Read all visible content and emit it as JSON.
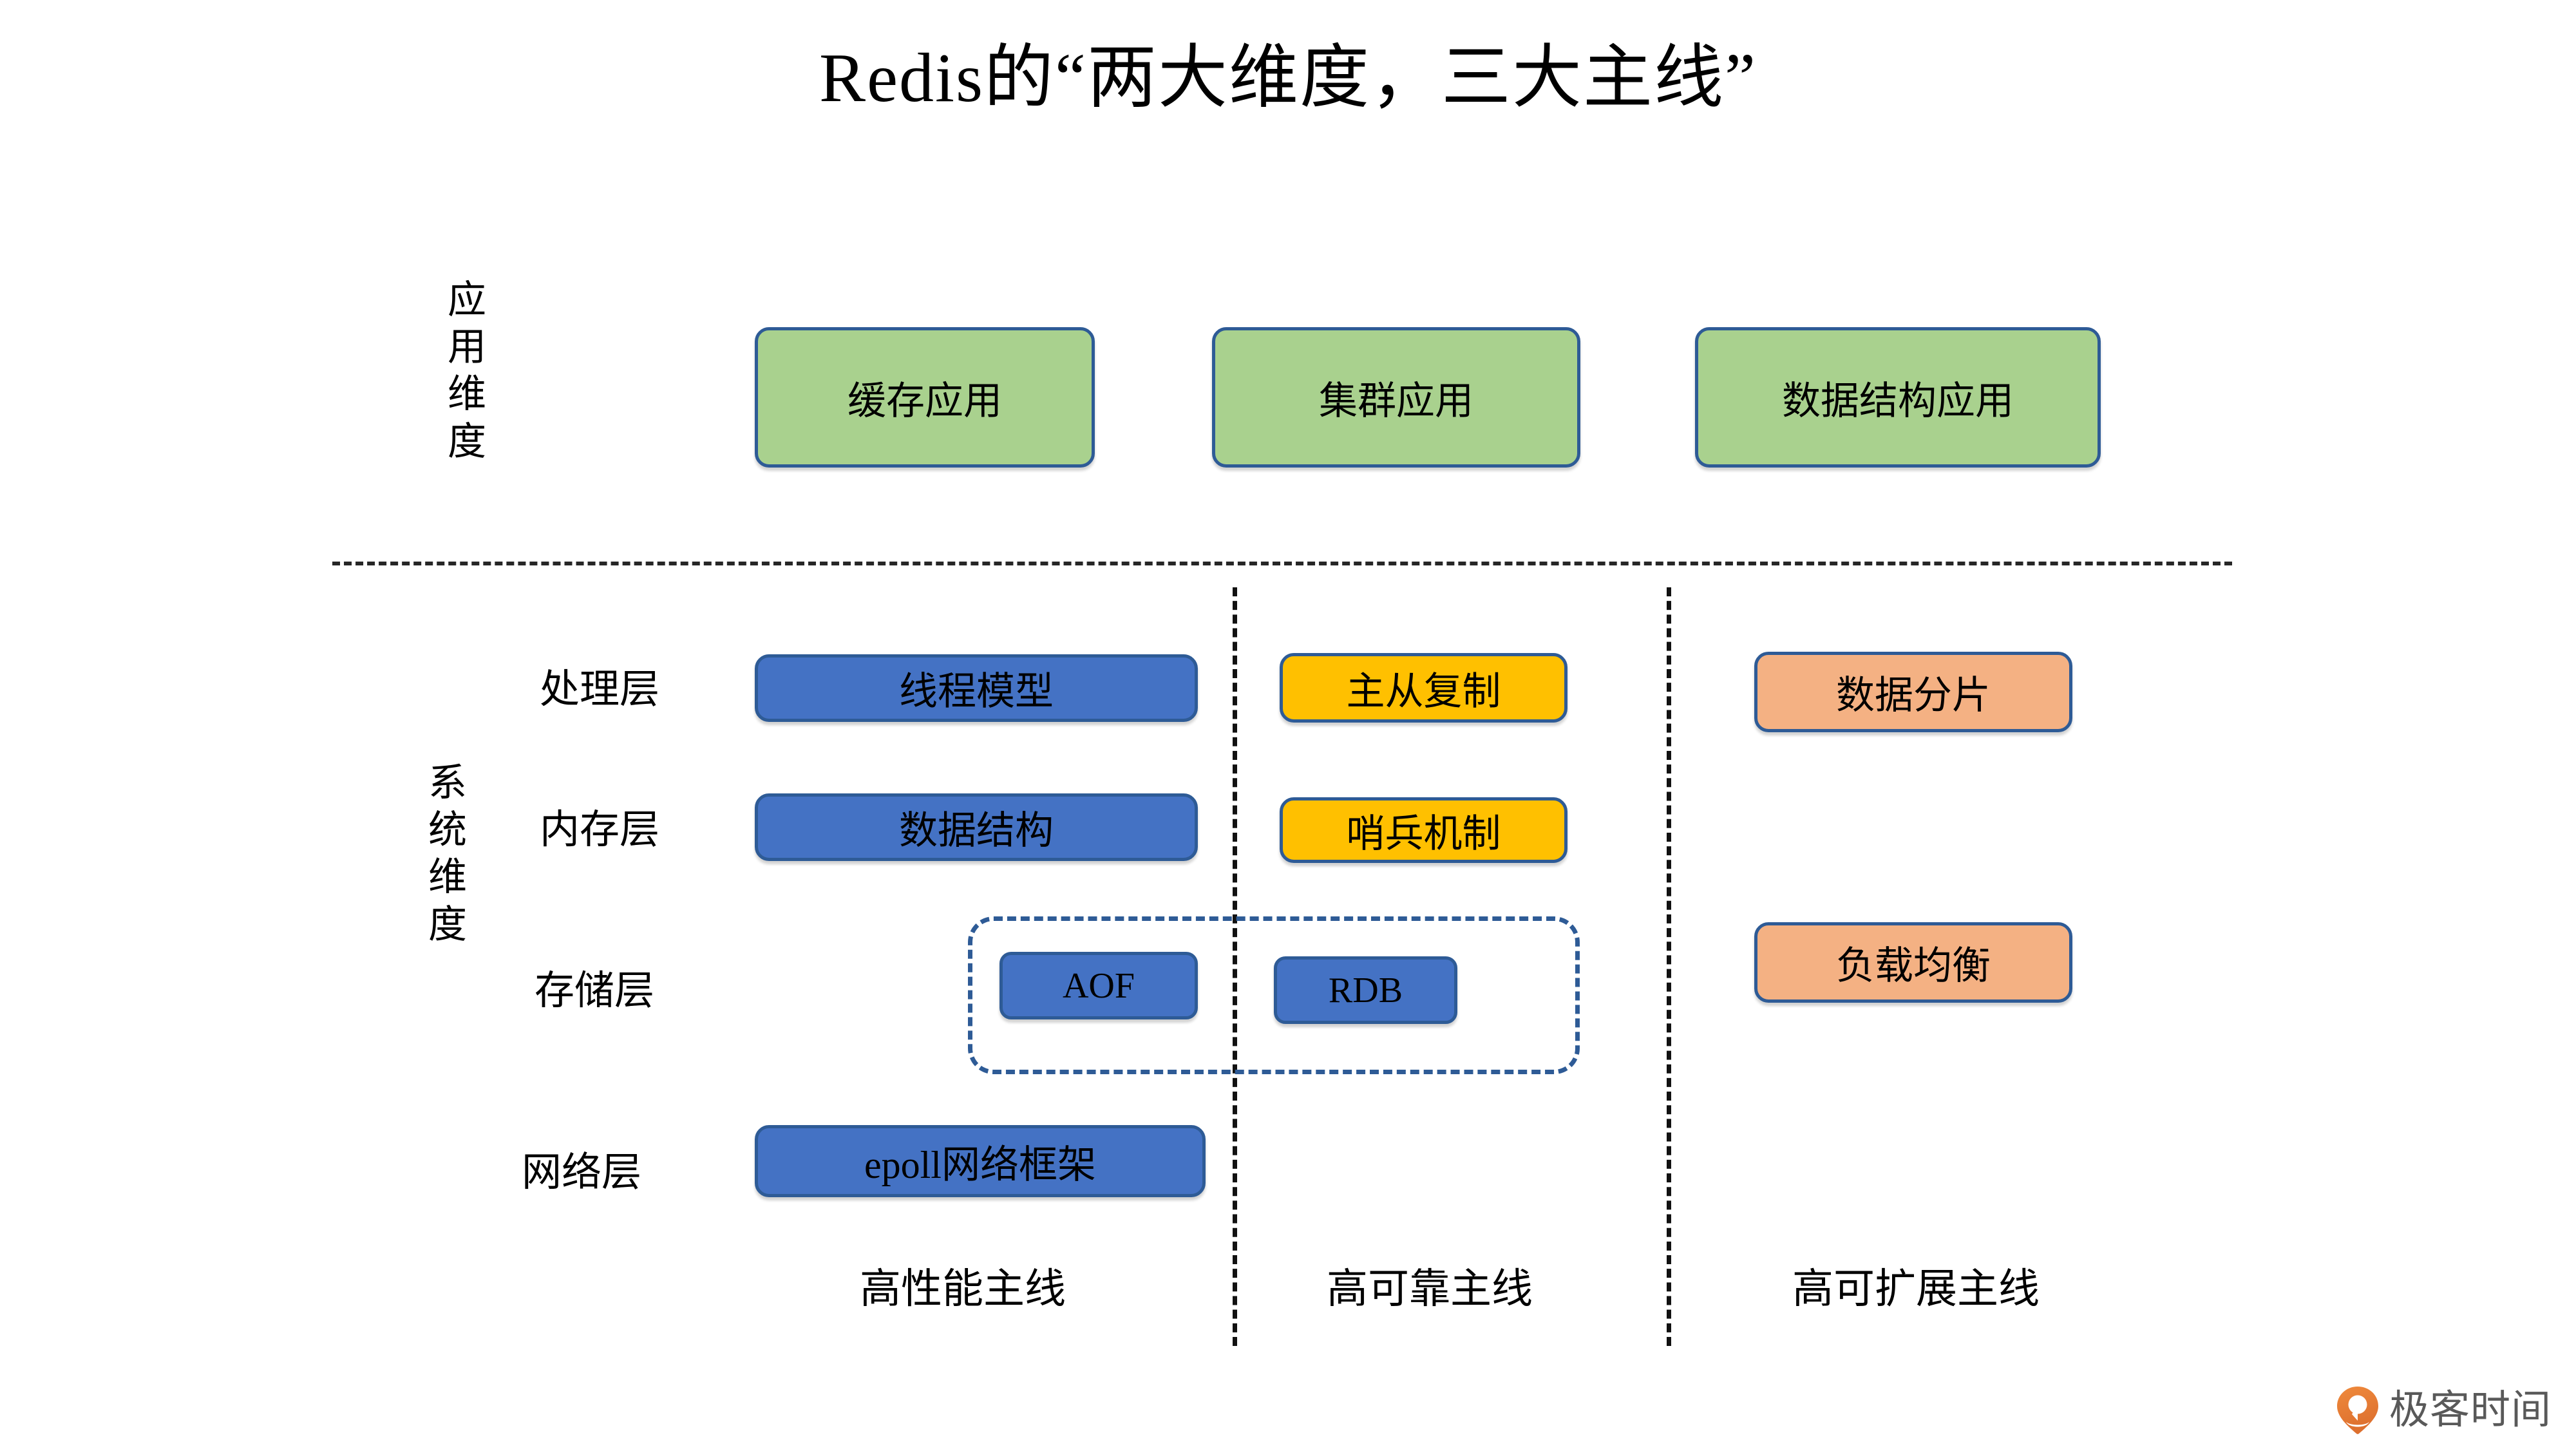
{
  "title": "Redis的“两大维度，三大主线”",
  "dimensions": {
    "application": {
      "label": "应用维度",
      "chars": [
        "应",
        "用",
        "维",
        "度"
      ]
    },
    "system": {
      "label": "系统维度",
      "chars": [
        "系",
        "统",
        "维",
        "度"
      ]
    }
  },
  "row_labels": {
    "processing": "处理层",
    "memory": "内存层",
    "storage": "存储层",
    "network": "网络层"
  },
  "application_row": {
    "boxes": [
      {
        "label": "缓存应用",
        "color": "#a9d18e"
      },
      {
        "label": "集群应用",
        "color": "#a9d18e"
      },
      {
        "label": "数据结构应用",
        "color": "#a9d18e"
      }
    ]
  },
  "system_rows": {
    "processing": [
      {
        "label": "线程模型",
        "color": "#4472c4"
      },
      {
        "label": "主从复制",
        "color": "#ffc000"
      },
      {
        "label": "数据分片",
        "color": "#f4b183"
      }
    ],
    "memory": [
      {
        "label": "数据结构",
        "color": "#4472c4"
      },
      {
        "label": "哨兵机制",
        "color": "#ffc000"
      }
    ],
    "storage": [
      {
        "label": "AOF",
        "color": "#4472c4"
      },
      {
        "label": "RDB",
        "color": "#4472c4"
      },
      {
        "label": "负载均衡",
        "color": "#f4b183"
      }
    ],
    "network": [
      {
        "label": "epoll网络框架",
        "color": "#4472c4"
      }
    ]
  },
  "column_footers": [
    "高性能主线",
    "高可靠主线",
    "高可扩展主线"
  ],
  "brand": {
    "text": "极客时间",
    "mark_color": "#e8813a"
  },
  "colors": {
    "box_border": "#2e5b96",
    "green": "#a9d18e",
    "blue": "#4472c4",
    "yellow": "#ffc000",
    "peach": "#f4b183",
    "divider": "#262626"
  }
}
